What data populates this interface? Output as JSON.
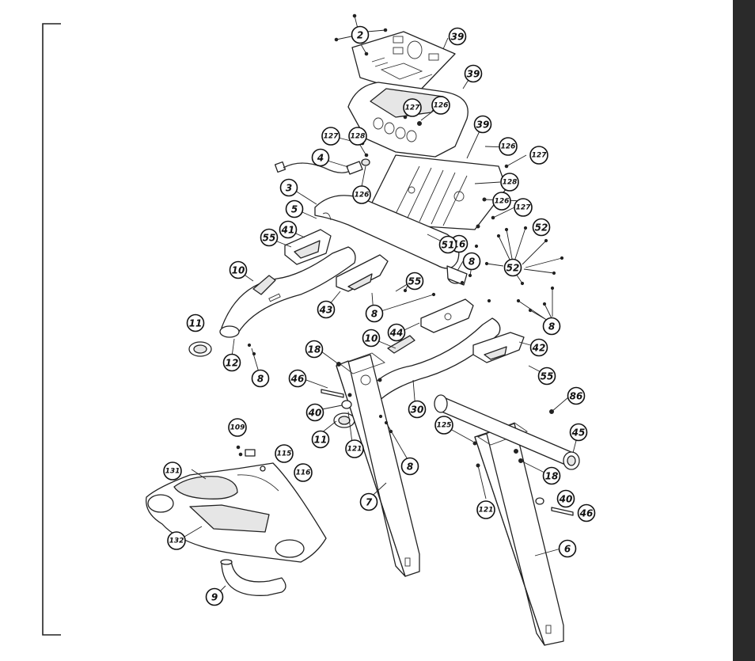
{
  "diagram": {
    "labels": [
      "2",
      "39",
      "39",
      "127",
      "126",
      "39",
      "127",
      "128",
      "126",
      "127",
      "4",
      "126",
      "3",
      "128",
      "126",
      "127",
      "5",
      "16",
      "52",
      "41",
      "55",
      "8",
      "51",
      "52",
      "10",
      "55",
      "43",
      "8",
      "8",
      "11",
      "44",
      "10",
      "42",
      "12",
      "8",
      "18",
      "46",
      "55",
      "40",
      "30",
      "86",
      "11",
      "121",
      "125",
      "45",
      "8",
      "109",
      "115",
      "18",
      "116",
      "121",
      "40",
      "131",
      "46",
      "7",
      "132",
      "6",
      "9"
    ]
  },
  "frame": {
    "side_band_color": "#2a2a2a",
    "line_color": "#222222"
  }
}
